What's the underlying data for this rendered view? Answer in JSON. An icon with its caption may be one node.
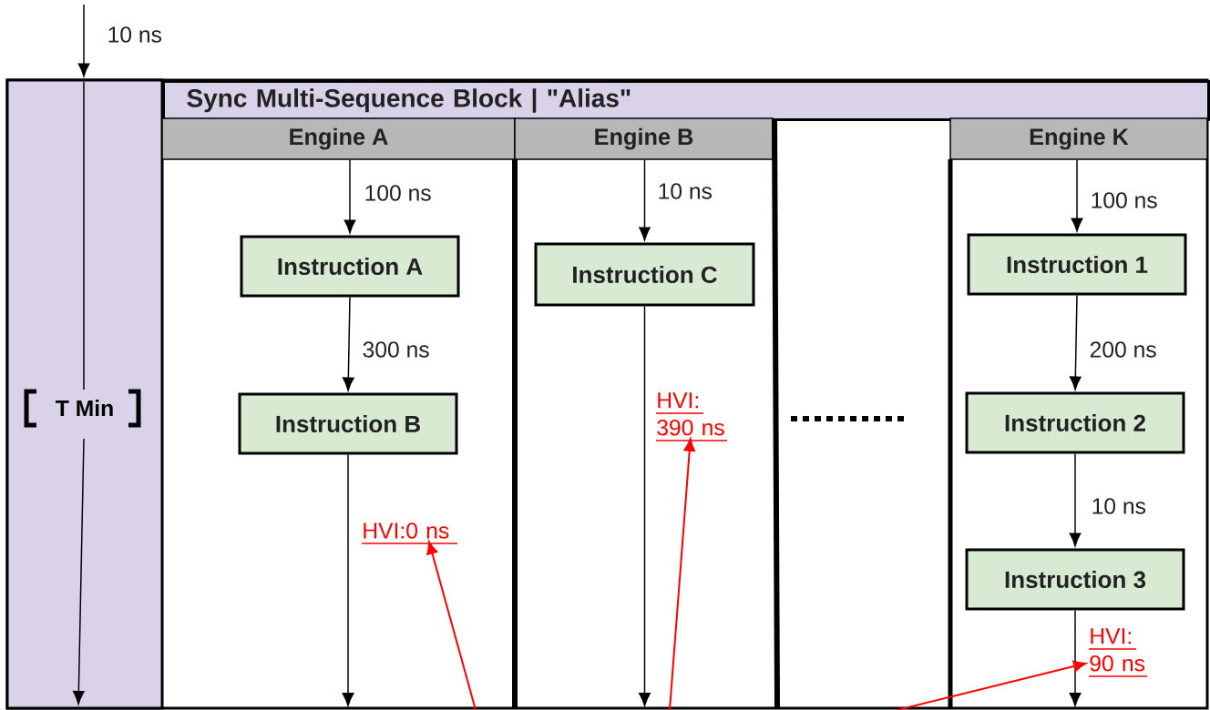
{
  "diagram": {
    "nodes": [
      {
        "text": [
          "T Min"
        ]
      },
      {
        "text": [
          "Sync Multi-Sequence Block | \"Alias\""
        ]
      },
      {
        "text": [
          "Engine A"
        ]
      },
      {
        "text": [
          "Instruction A"
        ]
      },
      {
        "text": [
          "Instruction B"
        ]
      },
      {
        "text": [
          "Engine B"
        ]
      },
      {
        "text": [
          "Instruction C"
        ]
      },
      {
        "text": [
          "Engine K"
        ]
      },
      {
        "text": [
          "Instruction 1"
        ]
      },
      {
        "text": [
          "Instruction 2"
        ]
      },
      {
        "text": [
          "Instruction 3"
        ]
      },
      {
        "text": [
          "HVI:0 ns"
        ]
      },
      {
        "text": [
          "HVI: 390 ns"
        ]
      },
      {
        "text": [
          "HVI: 90 ns"
        ]
      }
    ],
    "edges": [
      {
        "from": null,
        "to": 0,
        "arrow": "to",
        "label": "10 ns"
      },
      {
        "from": 2,
        "to": 3,
        "arrow": "to",
        "label": "100 ns"
      },
      {
        "from": 3,
        "to": 4,
        "arrow": "to",
        "label": "300 ns"
      },
      {
        "from": 4,
        "to": null,
        "arrow": "to"
      },
      {
        "from": 5,
        "to": 6,
        "arrow": "to",
        "label": "10 ns"
      },
      {
        "from": 6,
        "to": null,
        "arrow": "to"
      },
      {
        "from": 7,
        "to": 8,
        "arrow": "to",
        "label": "100 ns"
      },
      {
        "from": 8,
        "to": 9,
        "arrow": "to",
        "label": "200 ns"
      },
      {
        "from": 9,
        "to": 10,
        "arrow": "to",
        "label": "10 ns"
      },
      {
        "from": 10,
        "to": null,
        "arrow": "to"
      },
      {
        "from": null,
        "to": 11,
        "arrow": "to",
        "color": "#ff0000"
      },
      {
        "from": null,
        "to": 12,
        "arrow": "to",
        "color": "#ff0000"
      },
      {
        "from": null,
        "to": 13,
        "arrow": "to",
        "color": "#ff0000"
      }
    ]
  }
}
